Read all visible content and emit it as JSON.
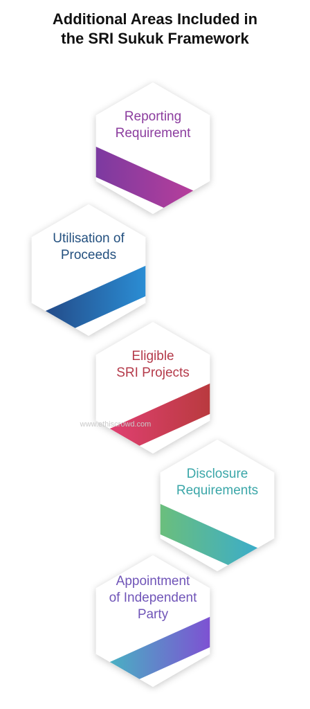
{
  "title": {
    "line1": "Additional Areas Included in",
    "line2": "the SRI Sukuk Framework"
  },
  "watermark": "www.ethiscrowd.com",
  "items": [
    {
      "lines": [
        "Reporting",
        "Requirement"
      ],
      "text_color": "#8b3c9e",
      "band_from": "#7a3aa0",
      "band_to": "#c23f9a"
    },
    {
      "lines": [
        "Utilisation of",
        "Proceeds"
      ],
      "text_color": "#23507f",
      "band_from": "#22407c",
      "band_to": "#2b8fd6"
    },
    {
      "lines": [
        "Eligible",
        "SRI Projects"
      ],
      "text_color": "#b43a4a",
      "band_from": "#e6417a",
      "band_to": "#b83a3d"
    },
    {
      "lines": [
        "Disclosure",
        "Requirements"
      ],
      "text_color": "#3aa6a8",
      "band_from": "#6cbf7a",
      "band_to": "#32a9d9"
    },
    {
      "lines": [
        "Appointment",
        "of Independent",
        "Party"
      ],
      "text_color": "#7055b8",
      "band_from": "#40c0c0",
      "band_to": "#7f4fd3"
    }
  ]
}
